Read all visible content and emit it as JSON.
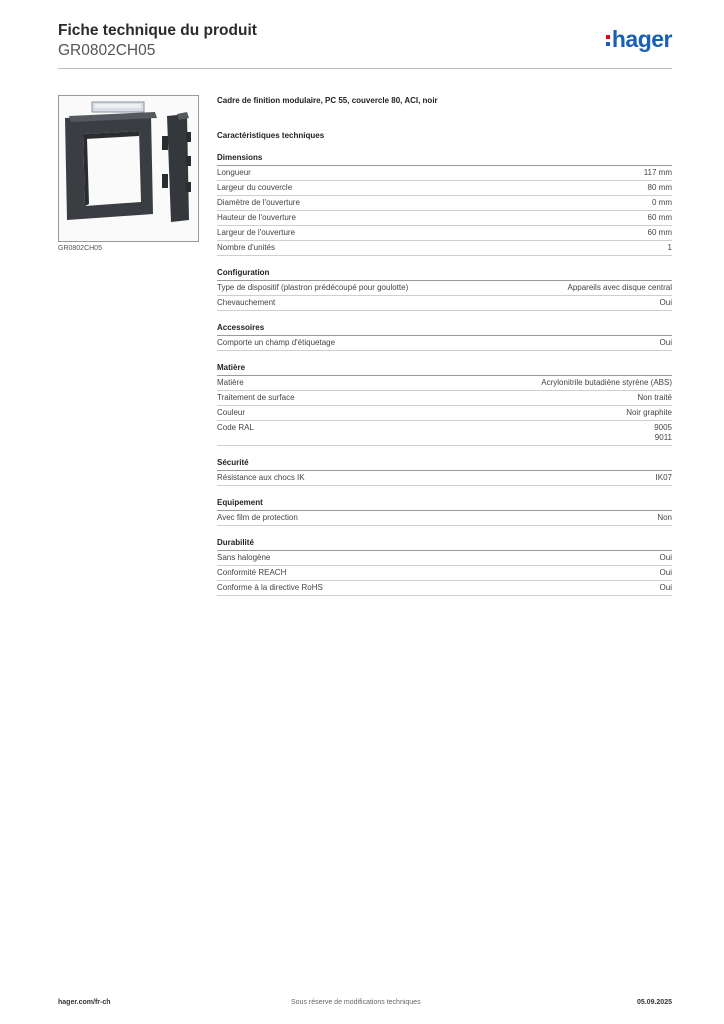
{
  "header": {
    "title": "Fiche technique du produit",
    "reference": "GR0802CH05",
    "logo_text": "hager",
    "brand_colors": {
      "blue": "#1a5fb4",
      "red": "#e2001a"
    }
  },
  "image": {
    "caption": "GR0802CH05"
  },
  "product": {
    "description": "Cadre de finition modulaire, PC 55, couvercle 80, ACI, noir",
    "tech_title": "Caractéristiques techniques"
  },
  "sections": [
    {
      "title": "Dimensions",
      "rows": [
        {
          "label": "Longueur",
          "value": "117 mm"
        },
        {
          "label": "Largeur du couvercle",
          "value": "80 mm"
        },
        {
          "label": "Diamètre de l'ouverture",
          "value": "0 mm"
        },
        {
          "label": "Hauteur de l'ouverture",
          "value": "60 mm"
        },
        {
          "label": "Largeur de l'ouverture",
          "value": "60 mm"
        },
        {
          "label": "Nombre d'unités",
          "value": "1"
        }
      ]
    },
    {
      "title": "Configuration",
      "rows": [
        {
          "label": "Type de dispositif (plastron prédécoupé pour goulotte)",
          "value": "Appareils avec disque central"
        },
        {
          "label": "Chevauchement",
          "value": "Oui"
        }
      ]
    },
    {
      "title": "Accessoires",
      "rows": [
        {
          "label": "Comporte un champ d'étiquetage",
          "value": "Oui"
        }
      ]
    },
    {
      "title": "Matière",
      "rows": [
        {
          "label": "Matière",
          "value": "Acrylonitrile butadiène styrène (ABS)"
        },
        {
          "label": "Traitement de surface",
          "value": "Non traité"
        },
        {
          "label": "Couleur",
          "value": "Noir graphite"
        },
        {
          "label": "Code RAL",
          "value": "9005",
          "value2": "9011"
        }
      ]
    },
    {
      "title": "Sécurité",
      "rows": [
        {
          "label": "Résistance aux chocs IK",
          "value": "IK07"
        }
      ]
    },
    {
      "title": "Equipement",
      "rows": [
        {
          "label": "Avec film de protection",
          "value": "Non"
        }
      ]
    },
    {
      "title": "Durabilité",
      "rows": [
        {
          "label": "Sans halogène",
          "value": "Oui"
        },
        {
          "label": "Conformité REACH",
          "value": "Oui"
        },
        {
          "label": "Conforme à la directive RoHS",
          "value": "Oui"
        }
      ]
    }
  ],
  "footer": {
    "website": "hager.com/fr-ch",
    "disclaimer": "Sous réserve de modifications techniques",
    "date": "05.09.2025"
  }
}
